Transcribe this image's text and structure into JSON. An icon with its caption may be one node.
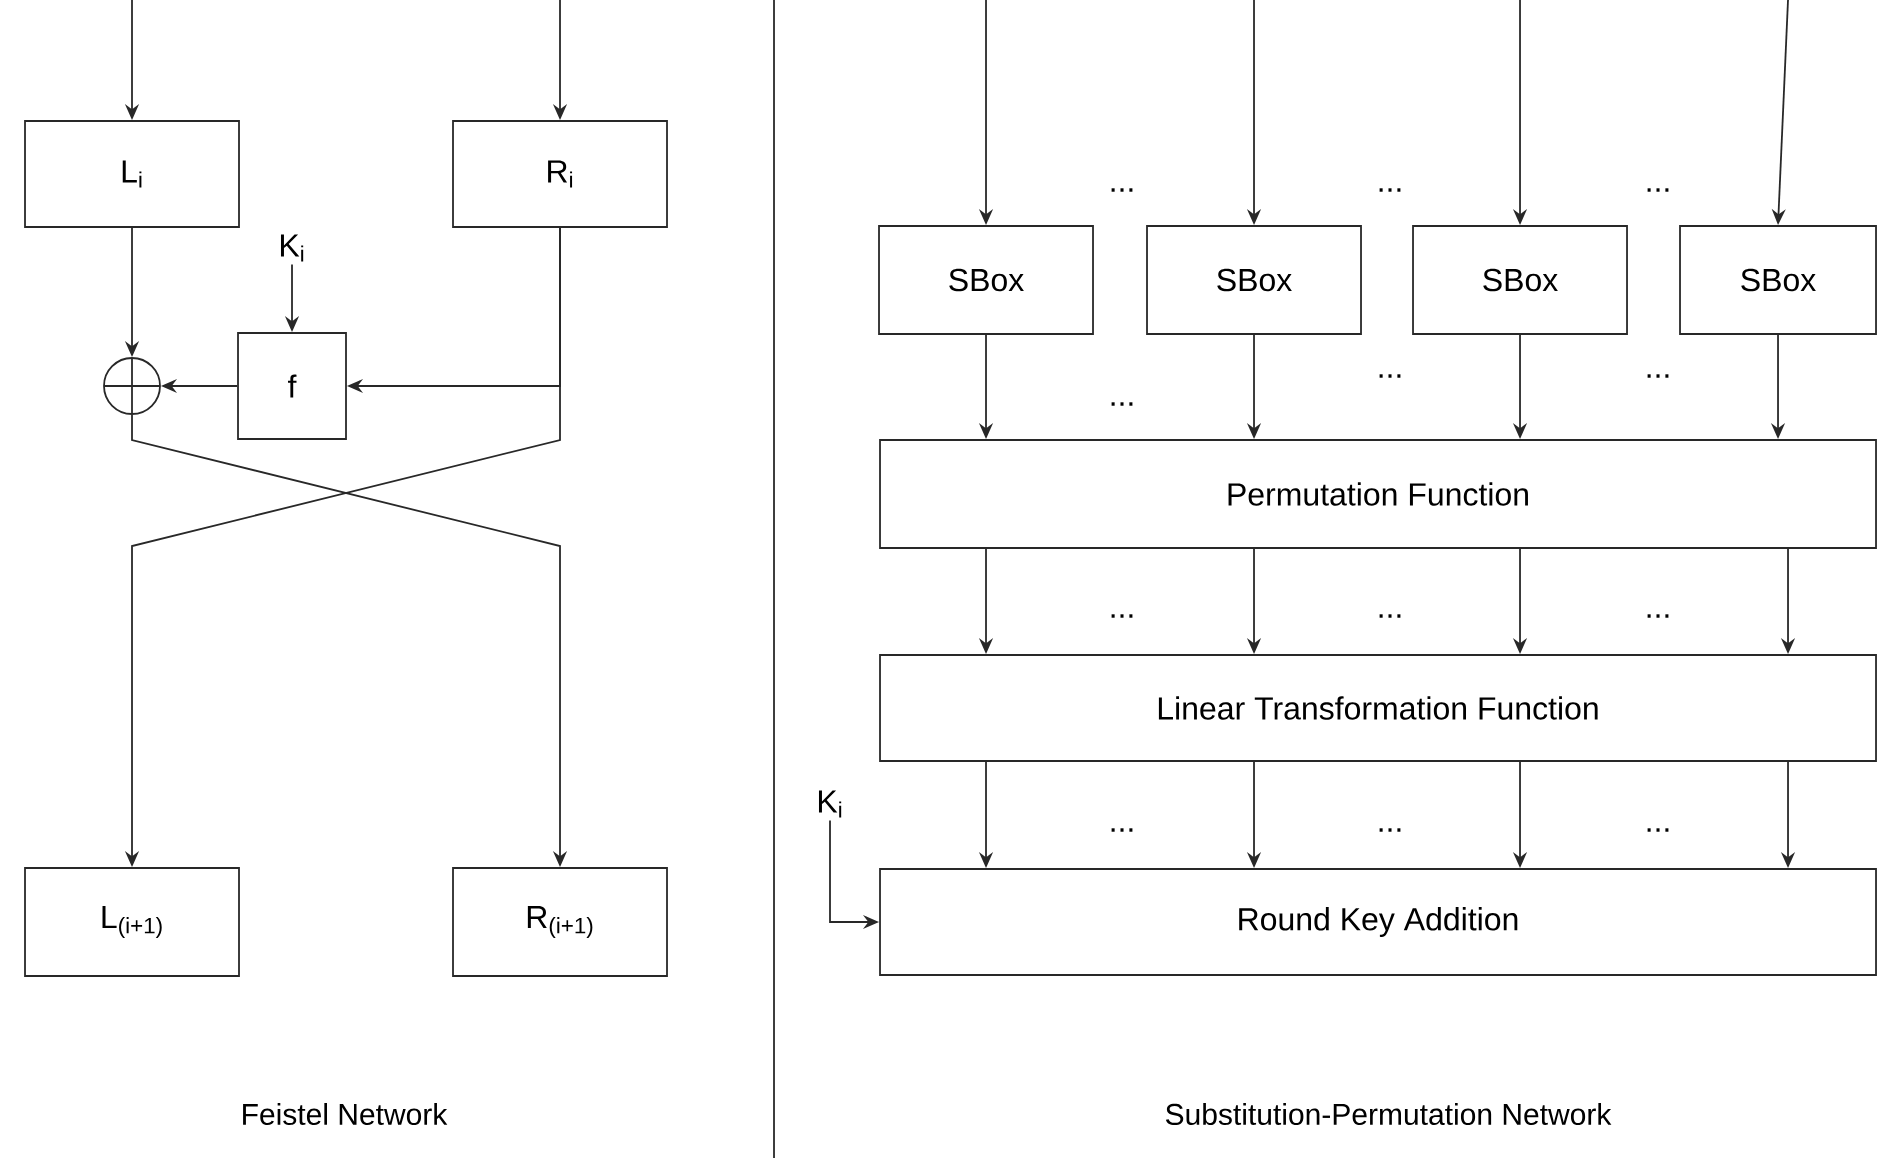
{
  "diagram": {
    "nodes": [
      {
        "text": [
          "L$_{i}$"
        ]
      },
      {
        "text": [
          "R$_{i}$"
        ]
      },
      {
        "text": [
          "K$_{i}$"
        ]
      },
      {
        "text": [
          "f"
        ]
      },
      {
        "text": [],
        "shape": "circle"
      },
      {
        "text": [
          "L$_{(i+1)}$"
        ]
      },
      {
        "text": [
          "R$_{(i+1)}$"
        ]
      },
      {
        "text": [
          "SBox"
        ]
      },
      {
        "text": [
          "SBox"
        ]
      },
      {
        "text": [
          "SBox"
        ]
      },
      {
        "text": [
          "SBox"
        ]
      },
      {
        "text": [
          "Permutation Function"
        ]
      },
      {
        "text": [
          "Linear Transformation Function"
        ]
      },
      {
        "text": [
          "K$_{i}$"
        ]
      },
      {
        "text": [
          "Round Key Addition"
        ]
      }
    ],
    "edges": [
      {
        "from": null,
        "to": 0,
        "arrow": "to"
      },
      {
        "from": null,
        "to": 1,
        "arrow": "to"
      },
      {
        "from": 0,
        "to": 4,
        "arrow": "to"
      },
      {
        "from": 2,
        "to": 3,
        "arrow": "to"
      },
      {
        "from": 1,
        "to": 3,
        "arrow": "to"
      },
      {
        "from": 3,
        "to": 4,
        "arrow": "to"
      },
      {
        "from": 4,
        "to": 6,
        "arrow": "to"
      },
      {
        "from": 1,
        "to": 5,
        "arrow": "to"
      },
      {
        "from": null,
        "to": 7,
        "arrow": "to"
      },
      {
        "from": null,
        "to": 8,
        "arrow": "to"
      },
      {
        "from": null,
        "to": 9,
        "arrow": "to"
      },
      {
        "from": null,
        "to": 10,
        "arrow": "to"
      },
      {
        "from": 7,
        "to": 11,
        "arrow": "to"
      },
      {
        "from": 8,
        "to": 11,
        "arrow": "to"
      },
      {
        "from": 9,
        "to": 11,
        "arrow": "to"
      },
      {
        "from": 10,
        "to": 11,
        "arrow": "to"
      },
      {
        "from": 11,
        "to": 12,
        "arrow": "to"
      },
      {
        "from": 11,
        "to": 12,
        "arrow": "to"
      },
      {
        "from": 11,
        "to": 12,
        "arrow": "to"
      },
      {
        "from": 11,
        "to": 12,
        "arrow": "to"
      },
      {
        "from": 12,
        "to": 14,
        "arrow": "to"
      },
      {
        "from": 12,
        "to": 14,
        "arrow": "to"
      },
      {
        "from": 12,
        "to": 14,
        "arrow": "to"
      },
      {
        "from": 12,
        "to": 14,
        "arrow": "to"
      },
      {
        "from": 13,
        "to": 14,
        "arrow": "to"
      }
    ],
    "labels": [
      "...",
      "...",
      "...",
      "...",
      "...",
      "...",
      "...",
      "...",
      "...",
      "...",
      "...",
      "...",
      "Feistel Network",
      "Substitution-Permutation Network"
    ]
  }
}
